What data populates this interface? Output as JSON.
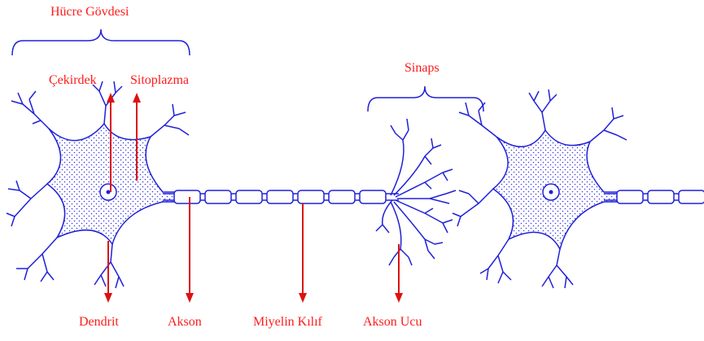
{
  "labels": {
    "cell_body": "Hücre Gövdesi",
    "nucleus": "Çekirdek",
    "cytoplasm": "Sitoplazma",
    "synapse": "Sinaps",
    "dendrite": "Dendrit",
    "axon": "Akson",
    "myelin_sheath": "Miyelin Kılıf",
    "axon_terminal": "Akson Ucu"
  },
  "colors": {
    "label": "#ff1a1a",
    "neuron": "#2020d8",
    "arrow": "#dd1111",
    "dots": "#3a3ae0"
  }
}
